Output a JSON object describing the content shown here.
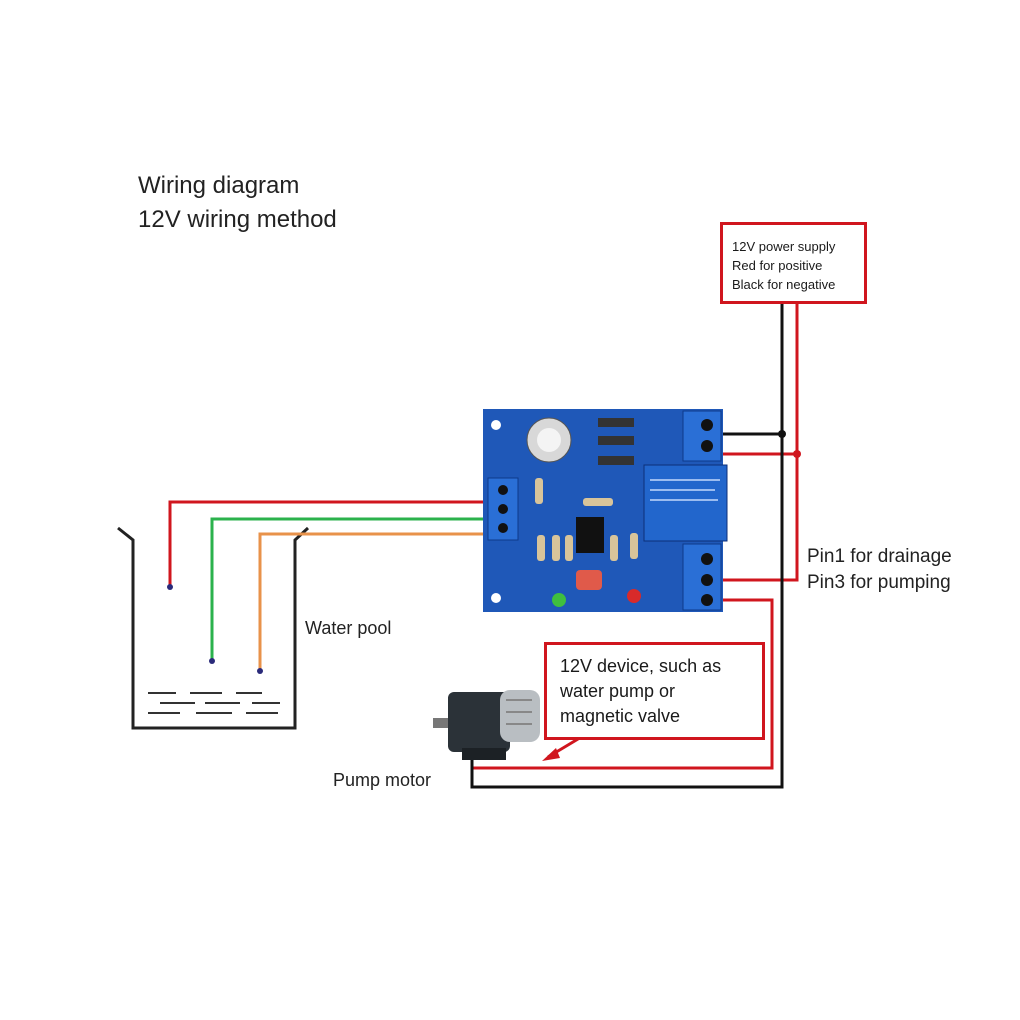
{
  "title": {
    "line1": "Wiring diagram",
    "line2": "12V wiring method"
  },
  "power_box": {
    "line1": "12V power supply",
    "line2": "Red for positive",
    "line3": "Black for negative"
  },
  "pin_labels": {
    "pin1": "Pin1 for drainage",
    "pin3": "Pin3 for pumping"
  },
  "water_pool_label": "Water pool",
  "device_box": {
    "line1": "12V device, such as",
    "line2": "water pump or",
    "line3": "magnetic valve"
  },
  "pump_label": "Pump motor",
  "colors": {
    "wire_red": "#d0161e",
    "wire_black": "#111111",
    "wire_green": "#2bb24c",
    "wire_orange": "#e8924a",
    "pcb_blue": "#1f58b8",
    "terminal_blue": "#2a6fd6"
  }
}
